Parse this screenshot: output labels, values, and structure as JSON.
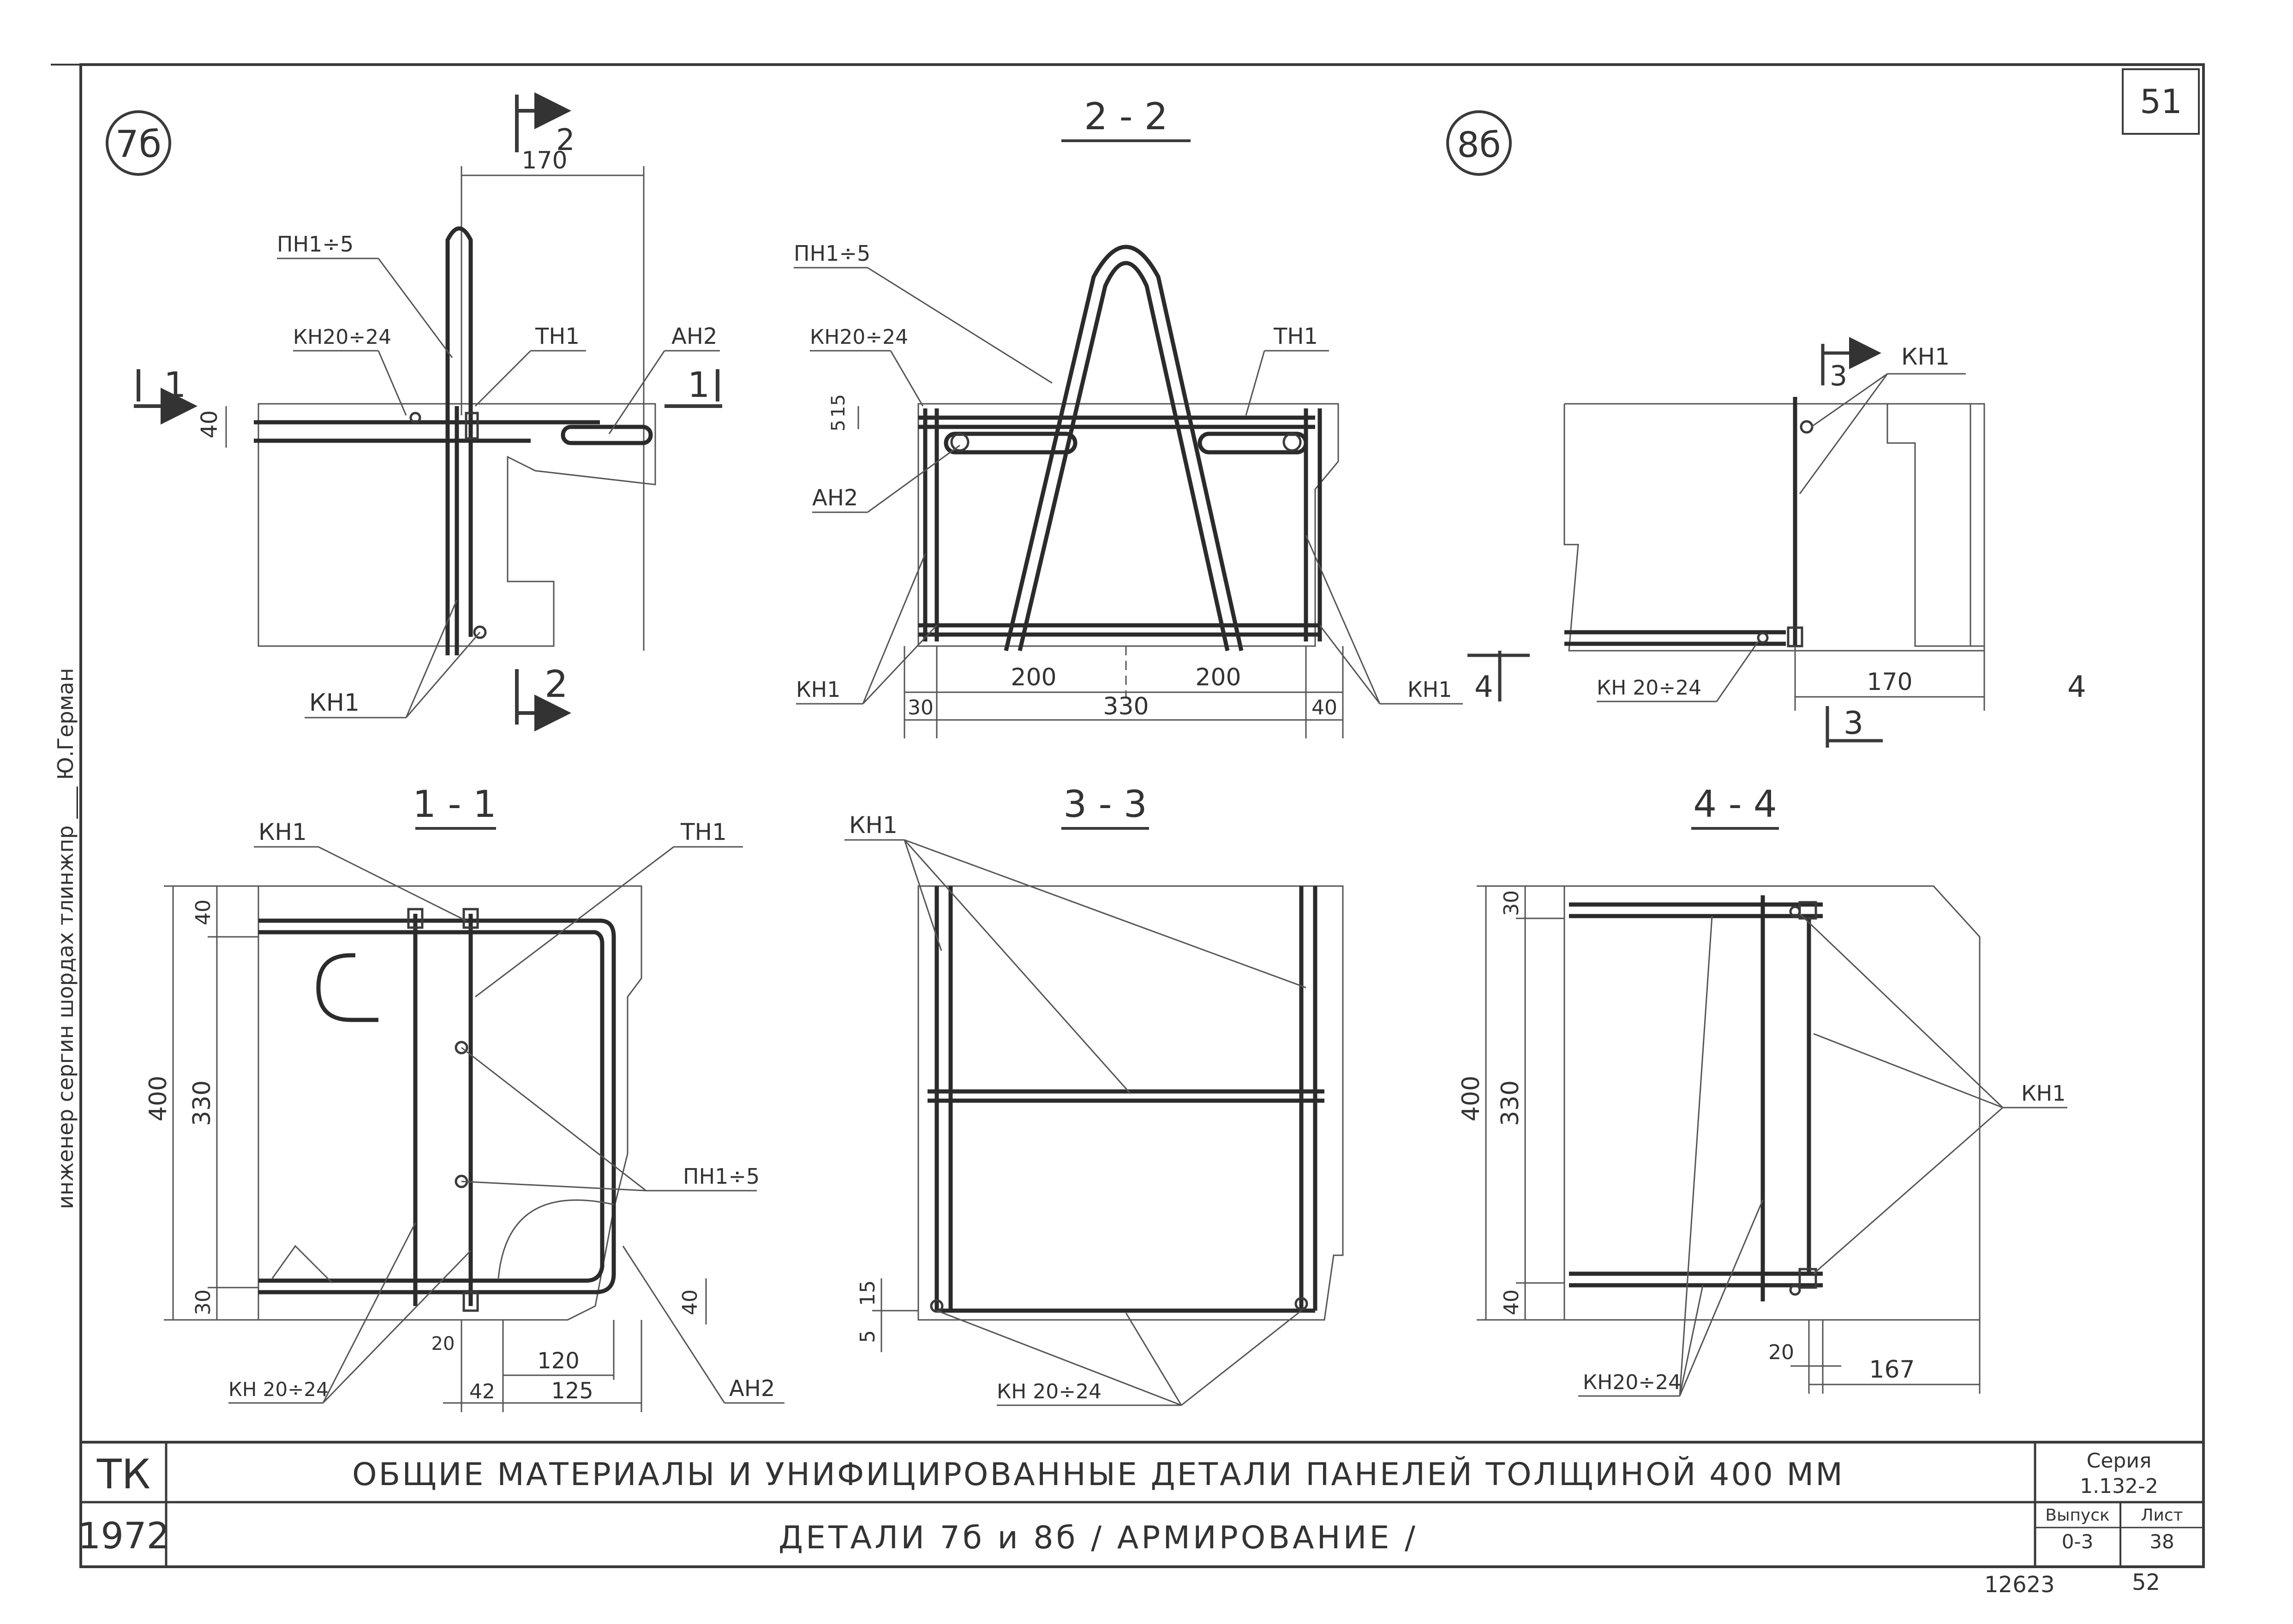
{
  "sheet": {
    "sheet_corner_number": "51",
    "bottom_stamp_number": "12623",
    "bottom_stamp_number_2": "52"
  },
  "side_stamp": {
    "text": "инженер  сергин  шордах  тлинжпр  ___  Ю.Герман"
  },
  "title_block": {
    "org": "ТК",
    "year": "1972",
    "title_line_1": "ОБЩИЕ  МАТЕРИАЛЫ  И  УНИФИЦИРОВАННЫЕ  ДЕТАЛИ  ПАНЕЛЕЙ  ТОЛЩИНОЙ   400 ММ",
    "title_line_2": "ДЕТАЛИ   7б  и  8б  / АРМИРОВАНИЕ /",
    "series_label": "Серия",
    "series_value": "1.132-2",
    "issue_label": "Выпуск",
    "issue_value": "0-3",
    "sheet_label": "Лист",
    "sheet_value": "38"
  },
  "view_7b": {
    "badge": "7б",
    "section_mark_2_top": "2",
    "section_mark_2_bottom": "2",
    "section_mark_1_left": "1",
    "section_mark_1_right": "1",
    "dim_170": "170",
    "dim_40": "40",
    "lbl_pn": "ПН1÷5",
    "lbl_kn20": "КН20÷24",
    "lbl_tn1": "ТН1",
    "lbl_an2": "АН2",
    "lbl_kn1": "КН1"
  },
  "view_2_2": {
    "title": "2 - 2",
    "lbl_pn": "ПН1÷5",
    "lbl_kn20": "КН20÷24",
    "lbl_tn1": "ТН1",
    "lbl_an2": "АН2",
    "lbl_kn1_left": "КН1",
    "lbl_kn1_right": "КН1",
    "dim_15": "15",
    "dim_5": "5",
    "dim_200_left": "200",
    "dim_200_right": "200",
    "dim_30": "30",
    "dim_330": "330",
    "dim_40": "40"
  },
  "view_8b": {
    "badge": "8б",
    "section_mark_3_top": "3",
    "section_mark_3_bottom": "3",
    "section_mark_4_left": "4",
    "section_mark_4_right": "4",
    "lbl_kn1": "КН1",
    "lbl_kn20": "КН 20÷24",
    "dim_170": "170"
  },
  "view_1_1": {
    "title": "1 - 1",
    "lbl_kn1": "КН1",
    "lbl_tn1": "ТН1",
    "lbl_pn": "ПН1÷5",
    "lbl_kn20": "КН 20÷24",
    "lbl_an2": "АН2",
    "dim_400": "400",
    "dim_40_top": "40",
    "dim_330": "330",
    "dim_30": "30",
    "dim_40_right": "40",
    "dim_20": "20",
    "dim_120": "120",
    "dim_42": "42",
    "dim_125": "125"
  },
  "view_3_3": {
    "title": "3 - 3",
    "lbl_kn1": "КН1",
    "lbl_kn20": "КН 20÷24",
    "dim_15": "15",
    "dim_5": "5"
  },
  "view_4_4": {
    "title": "4 - 4",
    "lbl_kn1": "КН1",
    "lbl_kn20": "КН20÷24",
    "dim_400": "400",
    "dim_30": "30",
    "dim_330": "330",
    "dim_40": "40",
    "dim_20": "20",
    "dim_167": "167"
  }
}
